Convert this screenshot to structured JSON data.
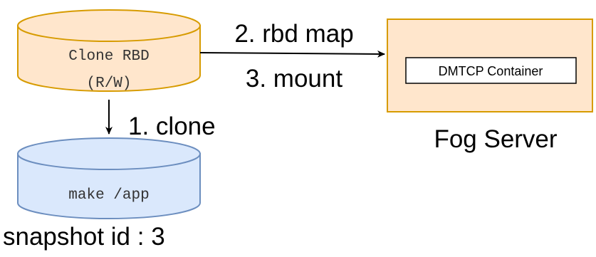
{
  "clone_rbd": {
    "line1": "Clone RBD",
    "line2": "(R/W)",
    "fill": "#ffe6cc",
    "stroke": "#d79b00"
  },
  "snapshot": {
    "label": "make /app",
    "caption": "snapshot id : 3",
    "fill": "#dae8fc",
    "stroke": "#6c8ebf"
  },
  "fog_server": {
    "caption": "Fog Server",
    "container_label": "DMTCP Container",
    "fill": "#ffe6cc",
    "stroke": "#d79b00"
  },
  "edges": {
    "clone_label": "1. clone",
    "map_label": "2. rbd map",
    "mount_label": "3. mount"
  },
  "colors": {
    "edge": "#000000",
    "container_fill": "#ffffff",
    "container_stroke": "#000000"
  }
}
